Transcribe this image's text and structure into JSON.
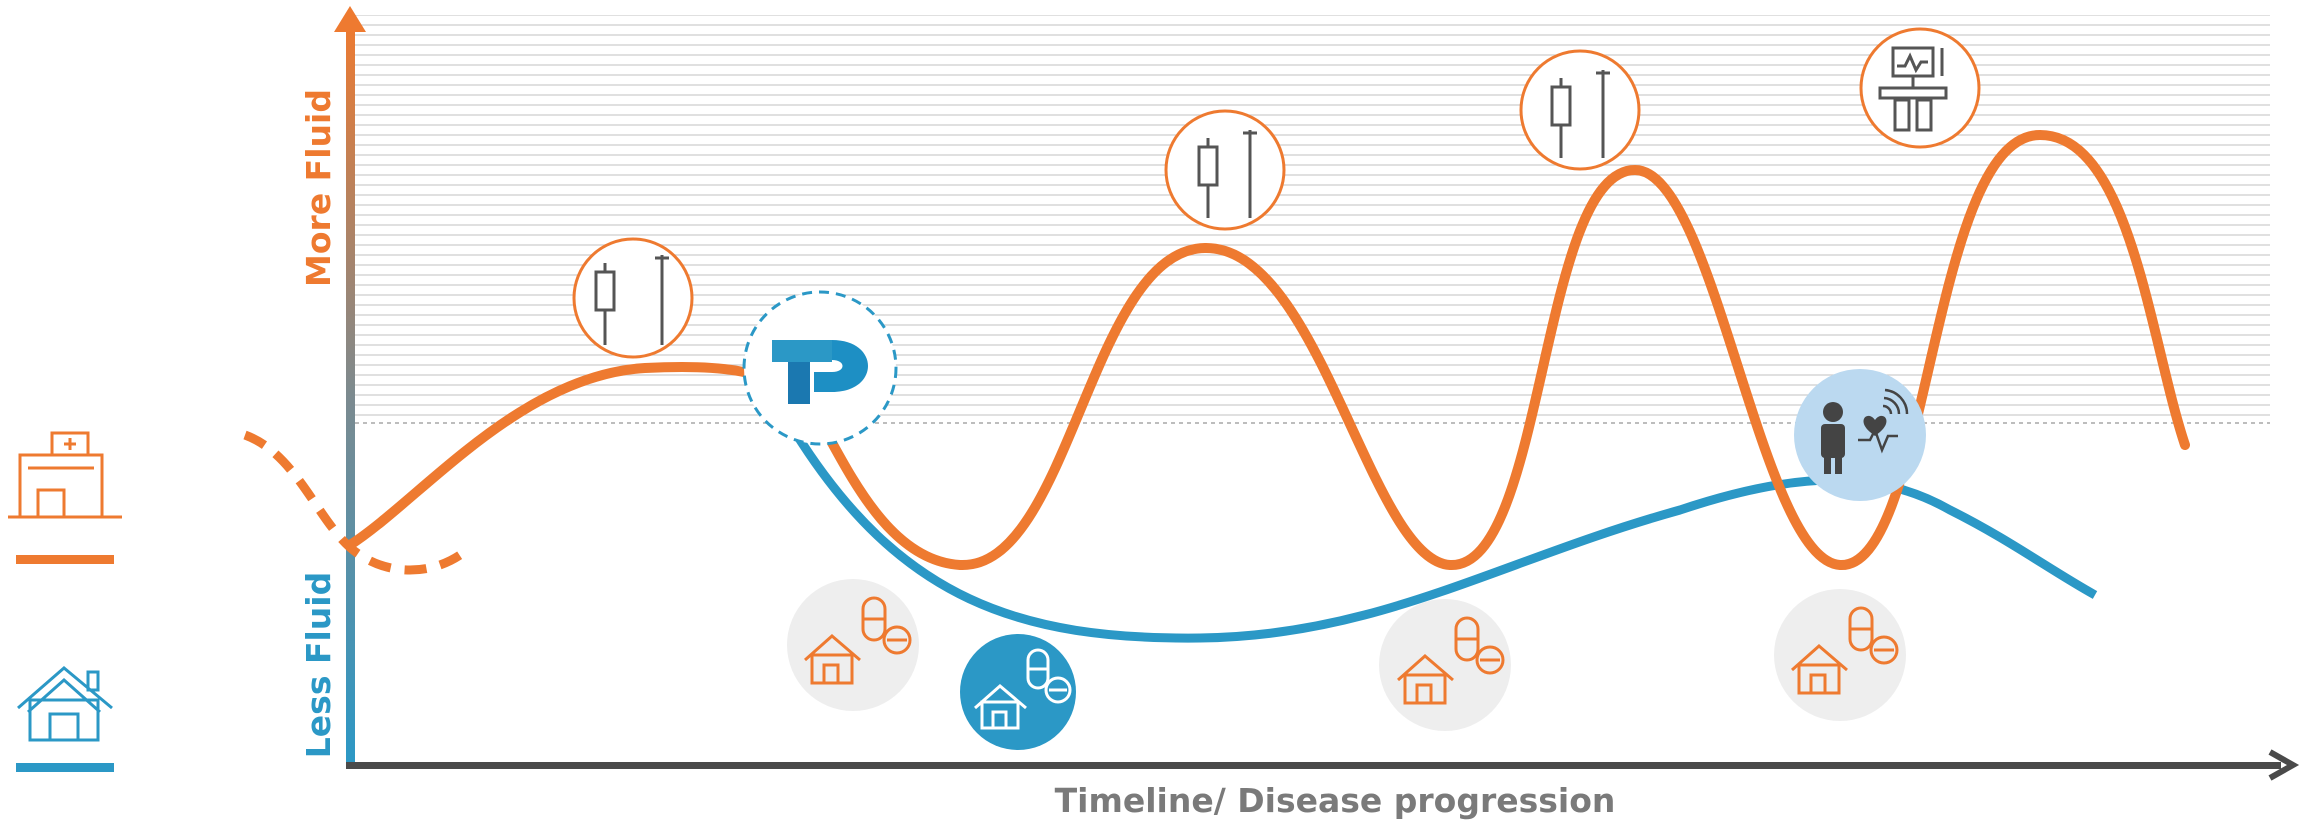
{
  "labels": {
    "y_top": "More Fluid",
    "y_bottom": "Less Fluid",
    "x_axis": "Timeline/ Disease progression"
  },
  "legend": {
    "hospital_icon": "hospital-icon",
    "home_icon": "home-icon"
  },
  "colors": {
    "orange": "#EE7A30",
    "blue": "#2B98C6",
    "axis": "#4a4a4a",
    "icon_bg_grey": "#EEEEEE",
    "text_grey": "#7a7a7a"
  },
  "icons": {
    "iv_drip": "iv-drip-icon",
    "monitor": "icu-monitor-icon",
    "home_medication": "home-medication-icon",
    "remote_monitoring": "remote-monitoring-icon",
    "brand_logo": "brand-logo"
  }
}
